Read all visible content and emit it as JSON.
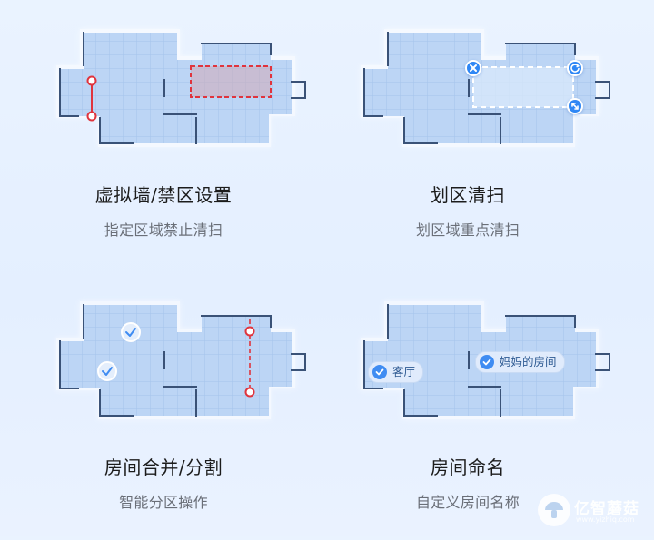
{
  "features": [
    {
      "title": "虚拟墙/禁区设置",
      "subtitle": "指定区域禁止清扫"
    },
    {
      "title": "划区清扫",
      "subtitle": "划区域重点清扫"
    },
    {
      "title": "房间合并/分割",
      "subtitle": "智能分区操作"
    },
    {
      "title": "房间命名",
      "subtitle": "自定义房间名称"
    }
  ],
  "room_labels": {
    "living_room": "客厅",
    "moms_room": "妈妈的房间"
  },
  "watermark": {
    "text": "亿智蘑菇",
    "sub": "www.yizhiq.com"
  },
  "colors": {
    "background": "#e6f0ff",
    "room_fill": "#b9d3f4",
    "room_grid": "#9fc0ea",
    "wall": "#3a5277",
    "accent_blue": "#2f87f5",
    "virtual_wall_red": "#e0343d"
  }
}
